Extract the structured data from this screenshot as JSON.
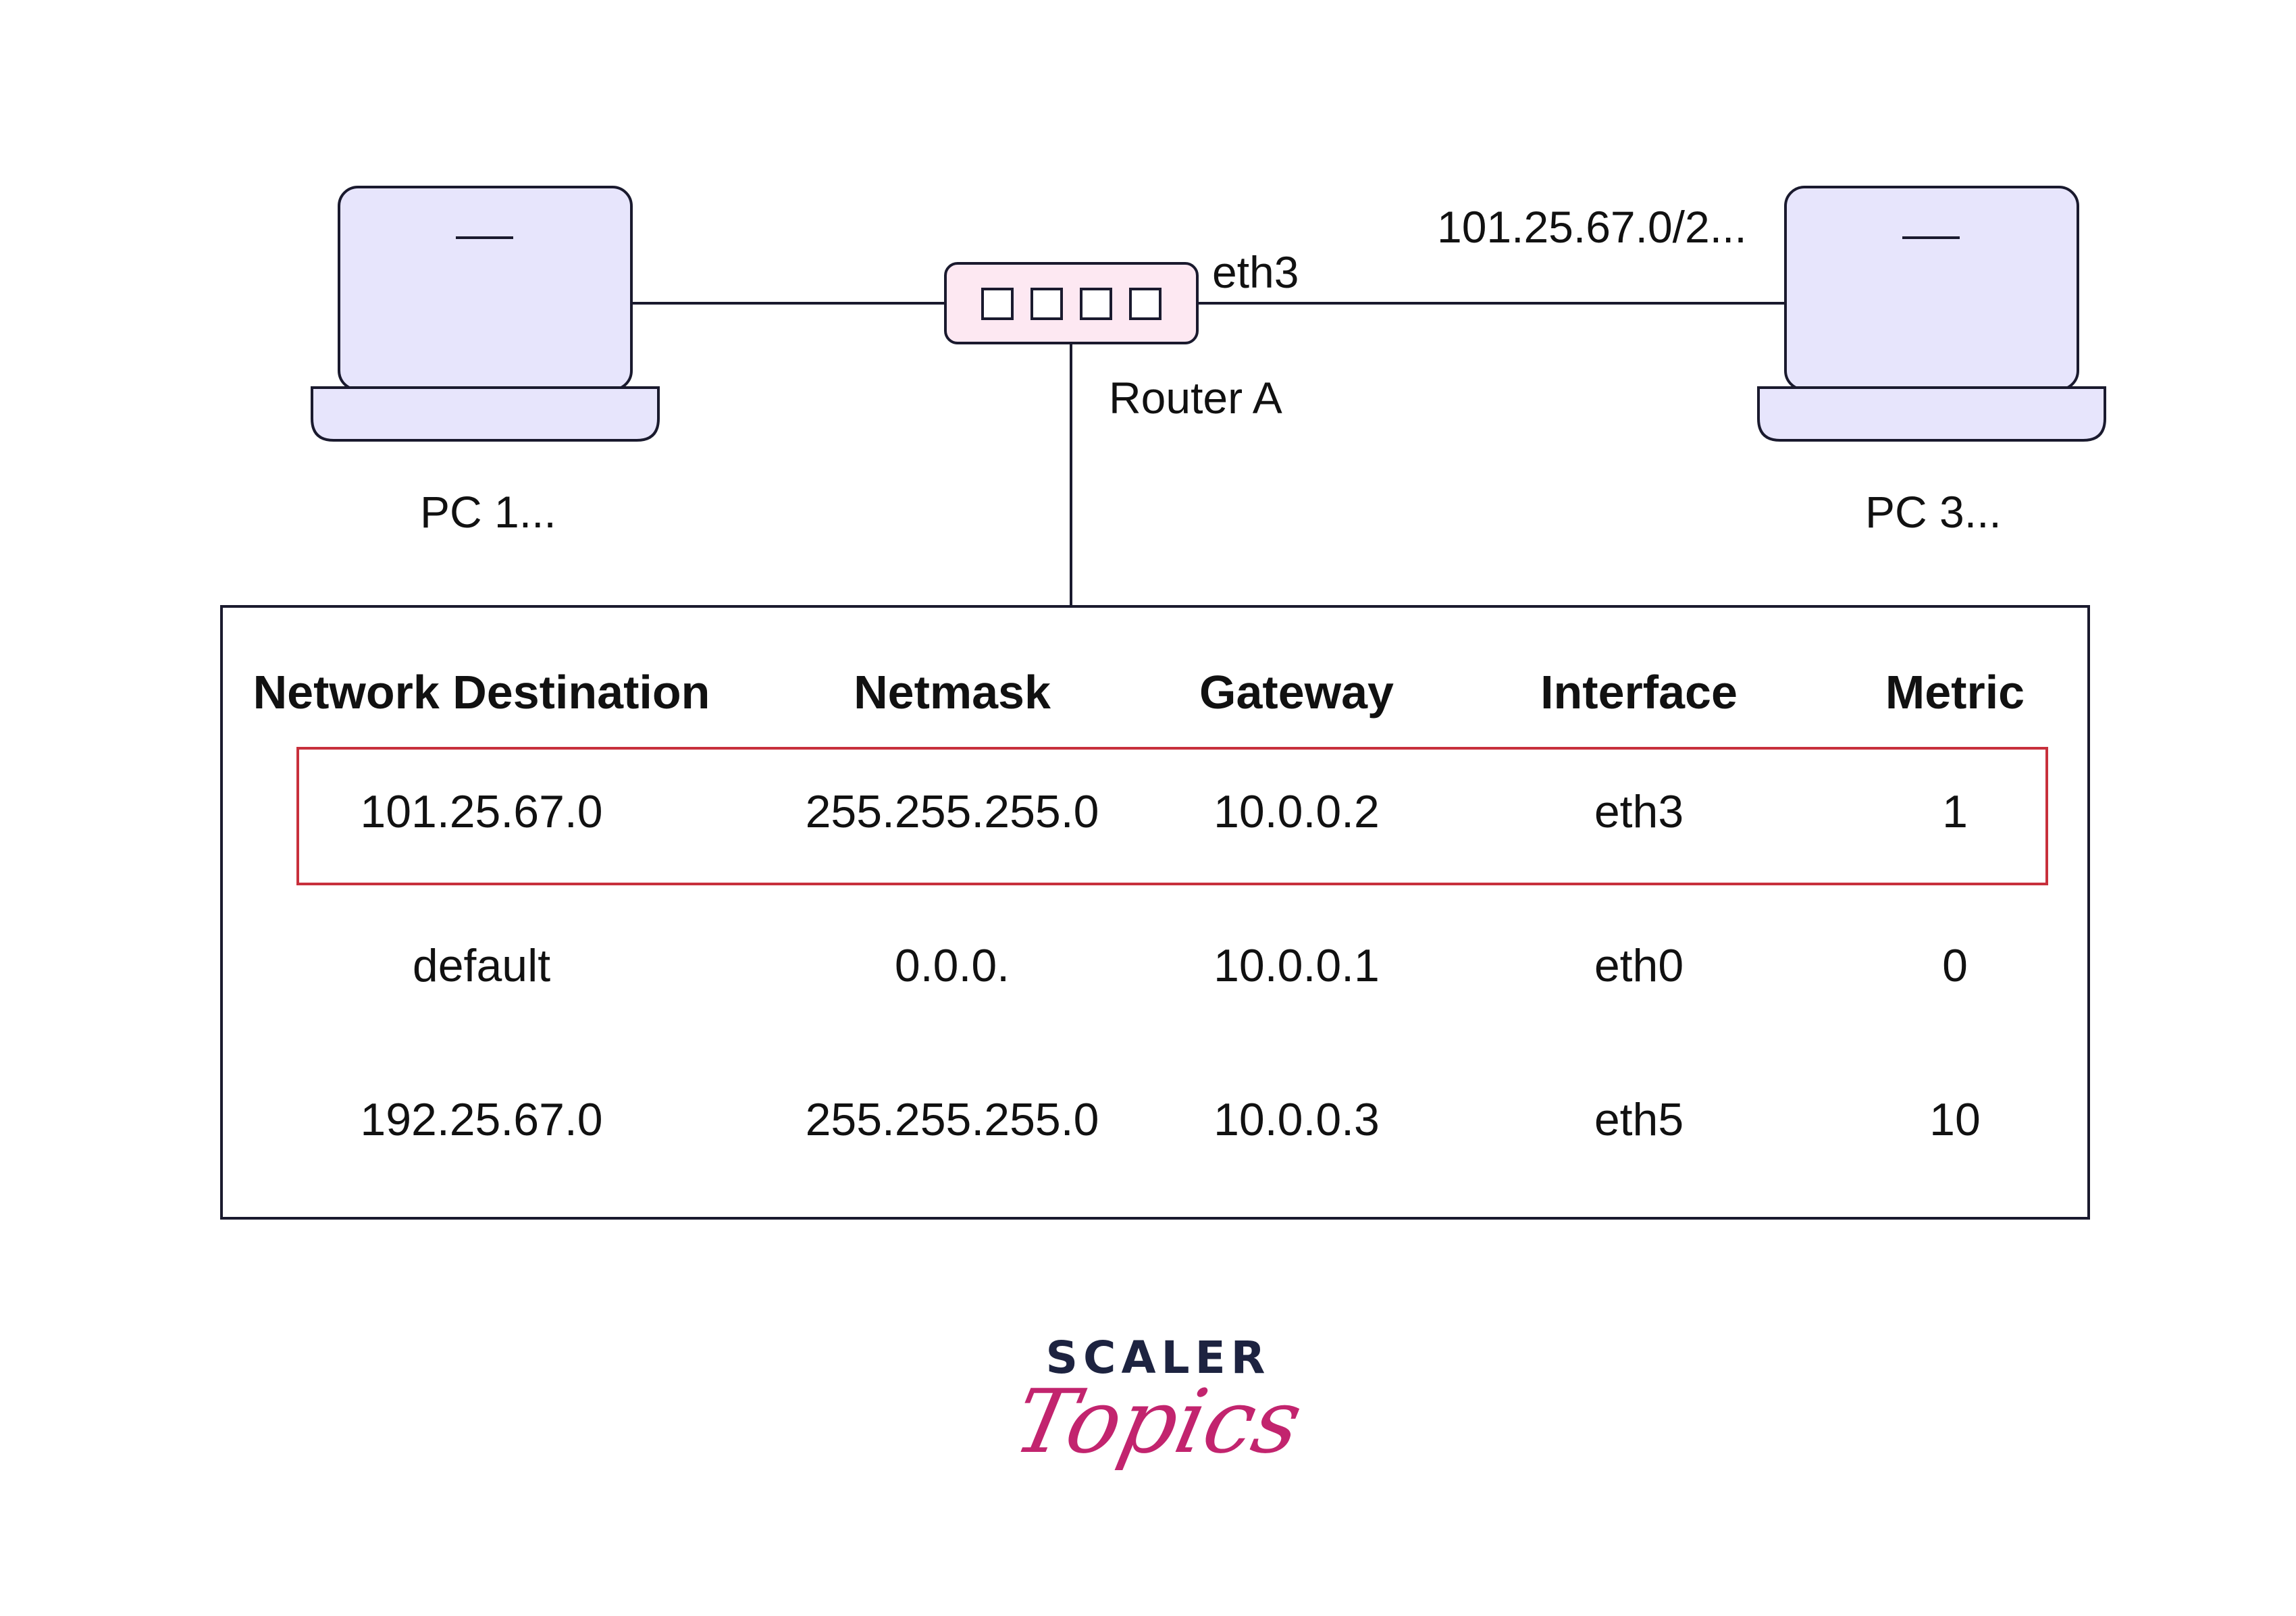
{
  "nodes": {
    "pc1": {
      "label": "PC 1..."
    },
    "pc3": {
      "label": "PC 3...",
      "network": "101.25.67.0/2..."
    },
    "router": {
      "label": "Router A",
      "port_label": "eth3"
    }
  },
  "routing_table": {
    "headers": [
      "Network Destination",
      "Netmask",
      "Gateway",
      "Interface",
      "Metric"
    ],
    "rows": [
      {
        "destination": "101.25.67.0",
        "netmask": "255.255.255.0",
        "gateway": "10.0.0.2",
        "interface": "eth3",
        "metric": "1",
        "highlighted": true
      },
      {
        "destination": "default",
        "netmask": "0.0.0.",
        "gateway": "10.0.0.1",
        "interface": "eth0",
        "metric": "0",
        "highlighted": false
      },
      {
        "destination": "192.25.67.0",
        "netmask": "255.255.255.0",
        "gateway": "10.0.0.3",
        "interface": "eth5",
        "metric": "10",
        "highlighted": false
      }
    ]
  },
  "brand": {
    "line1": "SCALER",
    "line2": "Topics"
  },
  "colors": {
    "laptop_fill": "#e7e5fc",
    "router_fill": "#fde8f2",
    "highlight_border": "#c8303c",
    "stroke": "#1a1a2e",
    "brand_dark": "#1d2340",
    "brand_pink": "#c2246e"
  },
  "icons": {
    "pc1": "laptop-icon",
    "pc3": "laptop-icon",
    "router": "router-icon"
  }
}
